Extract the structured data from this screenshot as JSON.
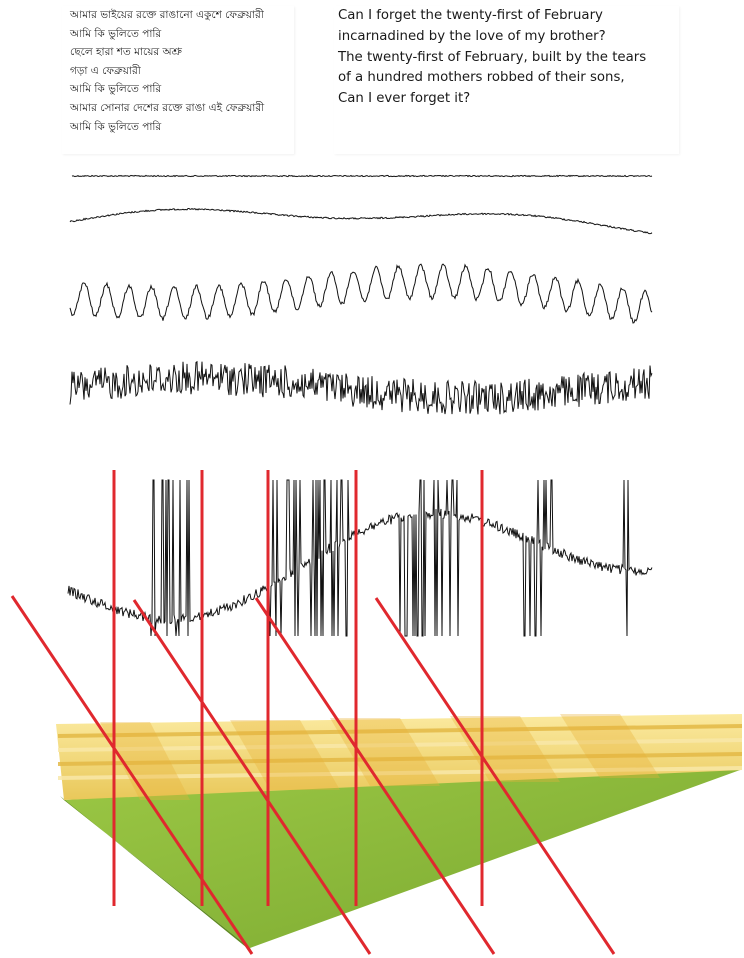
{
  "poem_bengali": {
    "lines": [
      "আমার ভাইয়ের রক্তে রাঙানো একুশে ফেব্রুয়ারী",
      "আমি কি ভুলিতে পারি",
      "ছেলে হারা শত মায়ের অশ্রু",
      "গড়া এ ফেব্রুয়ারী",
      "আমি কি ভুলিতে পারি",
      "আমার সোনার দেশের রক্তে রাঙা এই ফেব্রুয়ারী",
      "আমি কি ভুলিতে পারি"
    ]
  },
  "poem_english": {
    "lines": [
      "Can I forget the twenty-first of February",
      "incarnadined by the love of my brother?",
      "The twenty-first of February, built by the tears",
      "of a hundred mothers robbed of their sons,",
      "Can I ever forget it?"
    ]
  },
  "colors": {
    "red_line": "#e0282e",
    "trace": "#111111",
    "layer_yellow": "#f5e08a",
    "layer_orange": "#e8b23a",
    "base_green": "#8cb83a",
    "base_green_dark": "#6e9a2c"
  }
}
